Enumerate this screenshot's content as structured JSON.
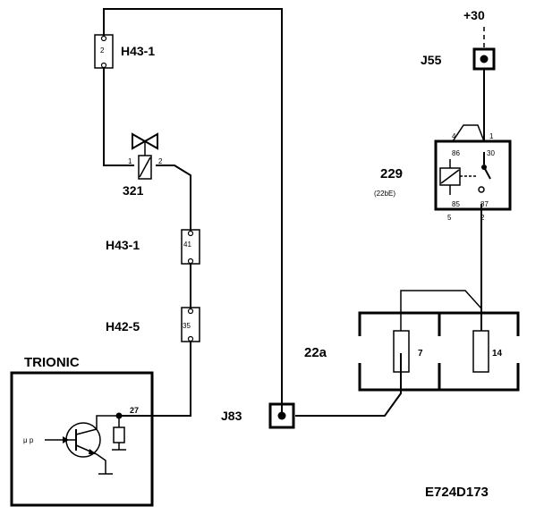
{
  "diagram_id": "E724D173",
  "supply": "+30",
  "components": {
    "j55": {
      "label": "J55"
    },
    "relay": {
      "label": "229",
      "sub": "(22bE)",
      "pins": {
        "p4": "4",
        "p1": "1",
        "p86": "86",
        "p30": "30",
        "p85": "85",
        "p87": "87",
        "p5": "5",
        "p2": "2"
      }
    },
    "fusebox": {
      "label": "22a",
      "fuse_left": "7",
      "fuse_right": "14"
    },
    "j83": {
      "label": "J83"
    },
    "h43_top": {
      "label": "H43-1",
      "pin": "2"
    },
    "valve": {
      "label": "321",
      "pin1": "1",
      "pin2": "2"
    },
    "h43_mid": {
      "label": "H43-1",
      "pin": "41"
    },
    "h42": {
      "label": "H42-5",
      "pin": "35"
    },
    "trionic": {
      "label": "TRIONIC",
      "pin": "27",
      "input": "μ p"
    }
  }
}
